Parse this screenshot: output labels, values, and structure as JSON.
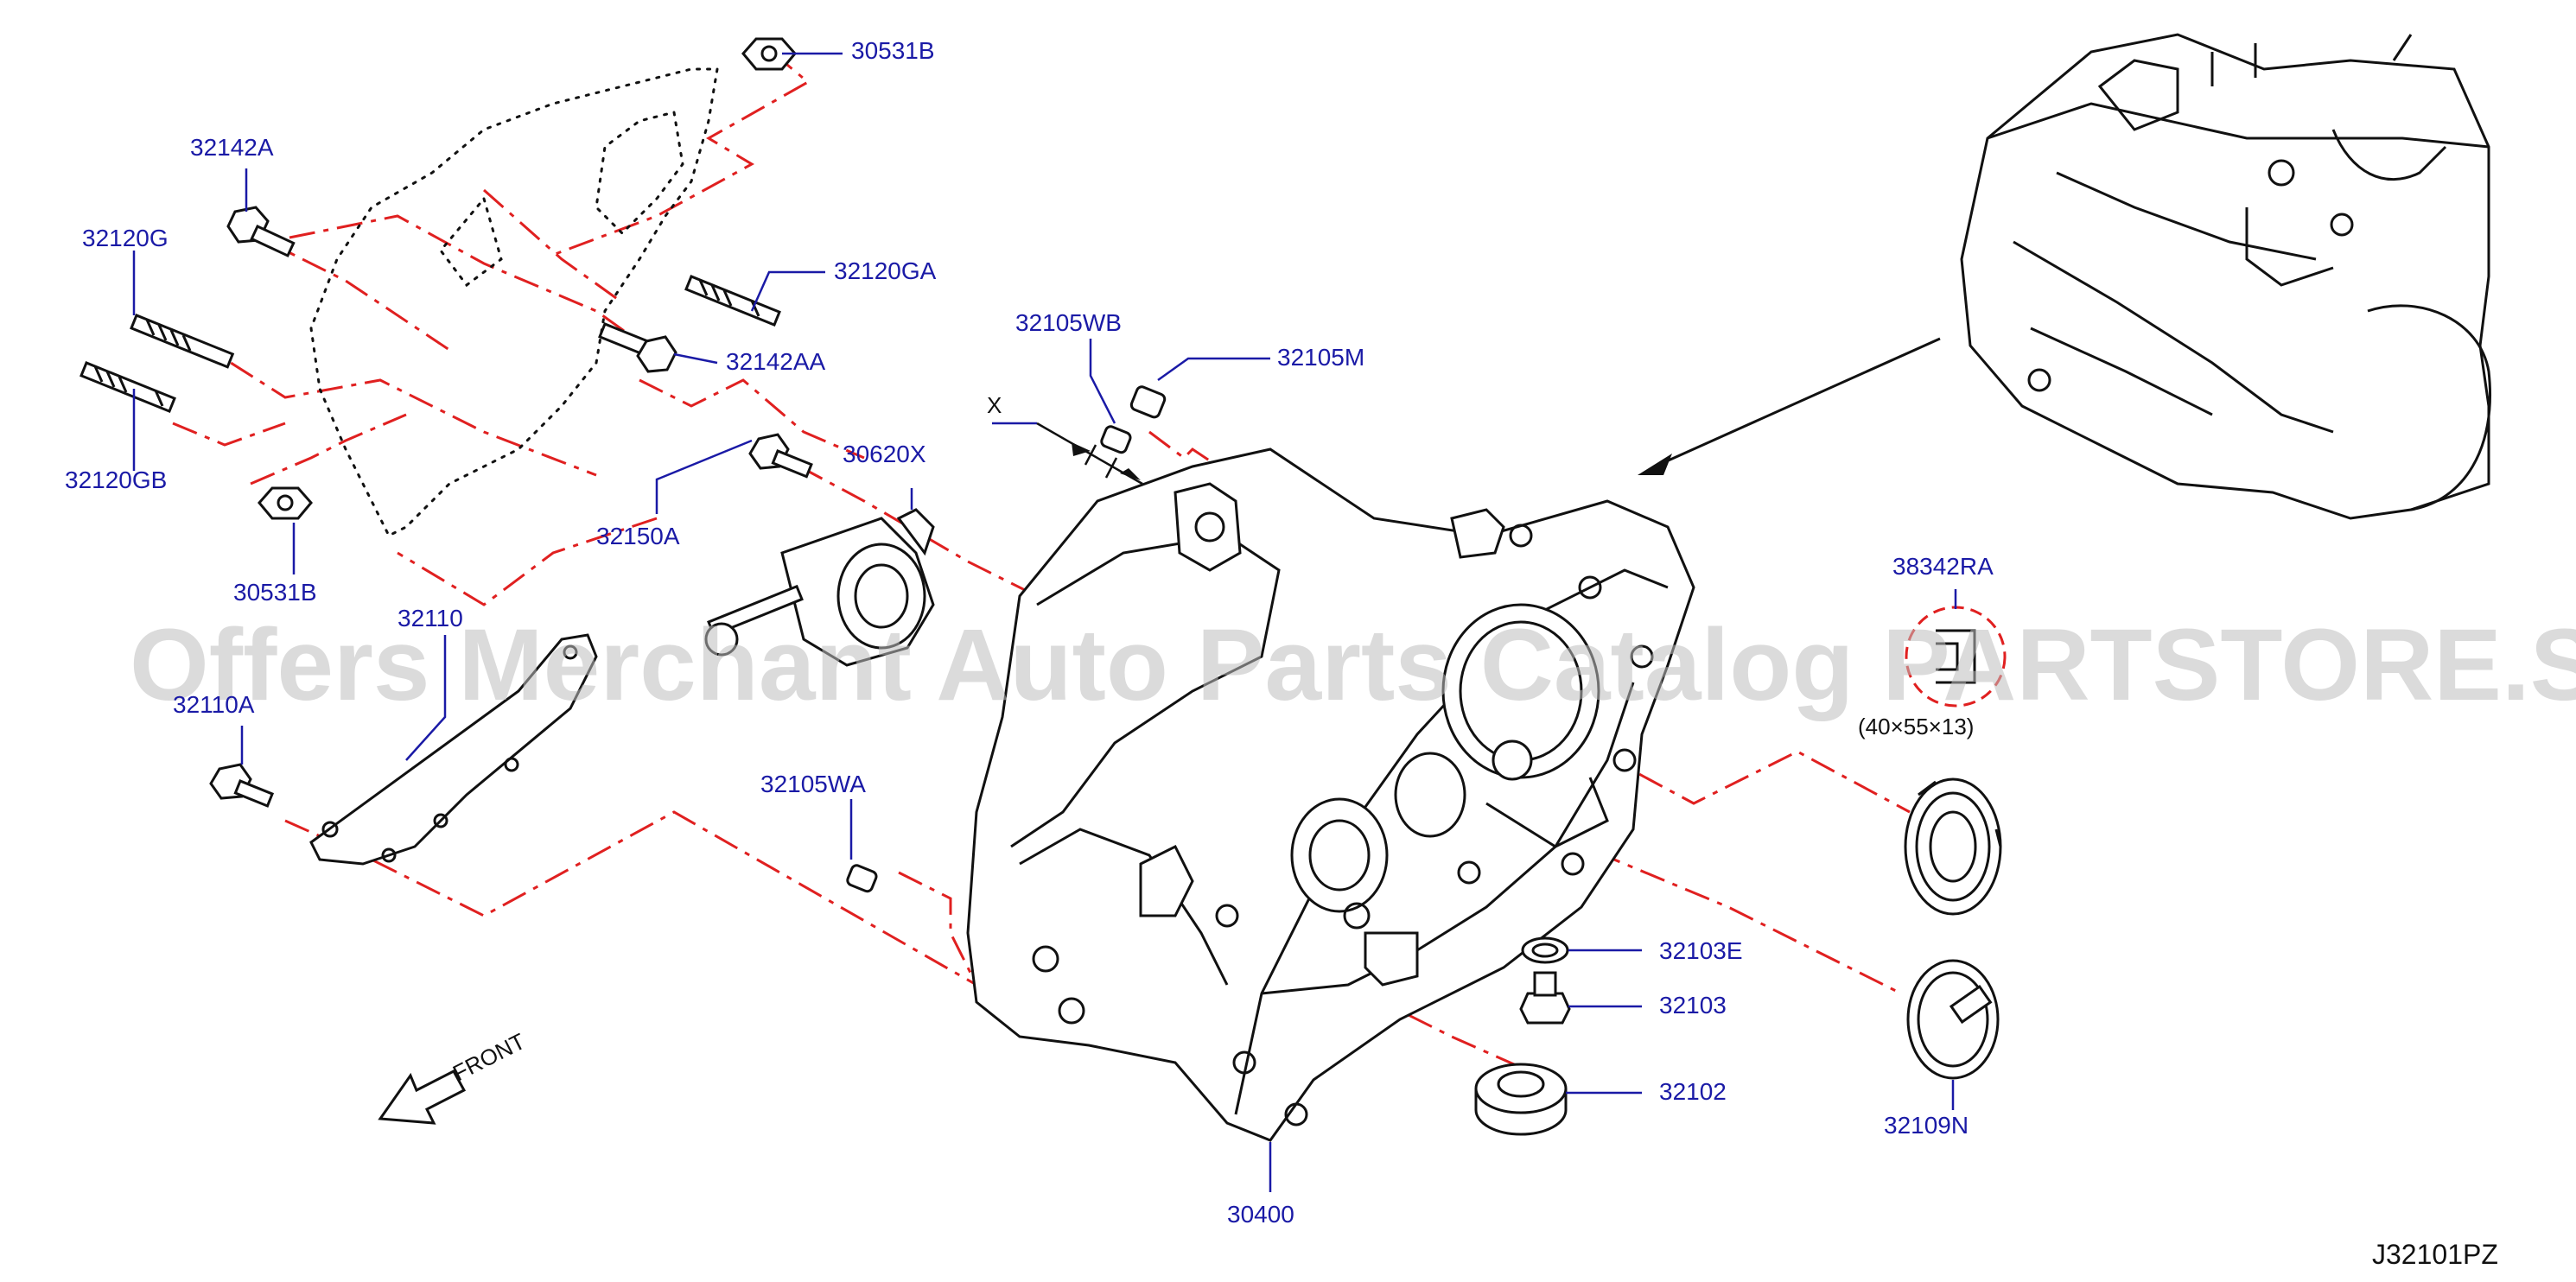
{
  "watermark": "Offers Merchant Auto Parts Catalog PARTSTORE.SA",
  "diagram_code": "J32101PZ",
  "front_label": "FRONT",
  "x_label": "X",
  "bearing_size": "(40×55×13)",
  "parts": {
    "p30531B_top": "30531B",
    "p32142A": "32142A",
    "p32120G": "32120G",
    "p32120GA": "32120GA",
    "p32142AA": "32142AA",
    "p32120GB": "32120GB",
    "p30531B_bottom": "30531B",
    "p32105WB": "32105WB",
    "p32105M": "32105M",
    "p30620X": "30620X",
    "p32150A": "32150A",
    "p32110": "32110",
    "p32110A": "32110A",
    "p32105WA": "32105WA",
    "p38342RA": "38342RA",
    "p32103E": "32103E",
    "p32103": "32103",
    "p32102": "32102",
    "p32109N": "32109N",
    "p30400": "30400"
  },
  "colors": {
    "label": "#1a1aa6",
    "leader_red": "#e02020",
    "line": "#111111",
    "watermark": "#bdbdbd"
  }
}
